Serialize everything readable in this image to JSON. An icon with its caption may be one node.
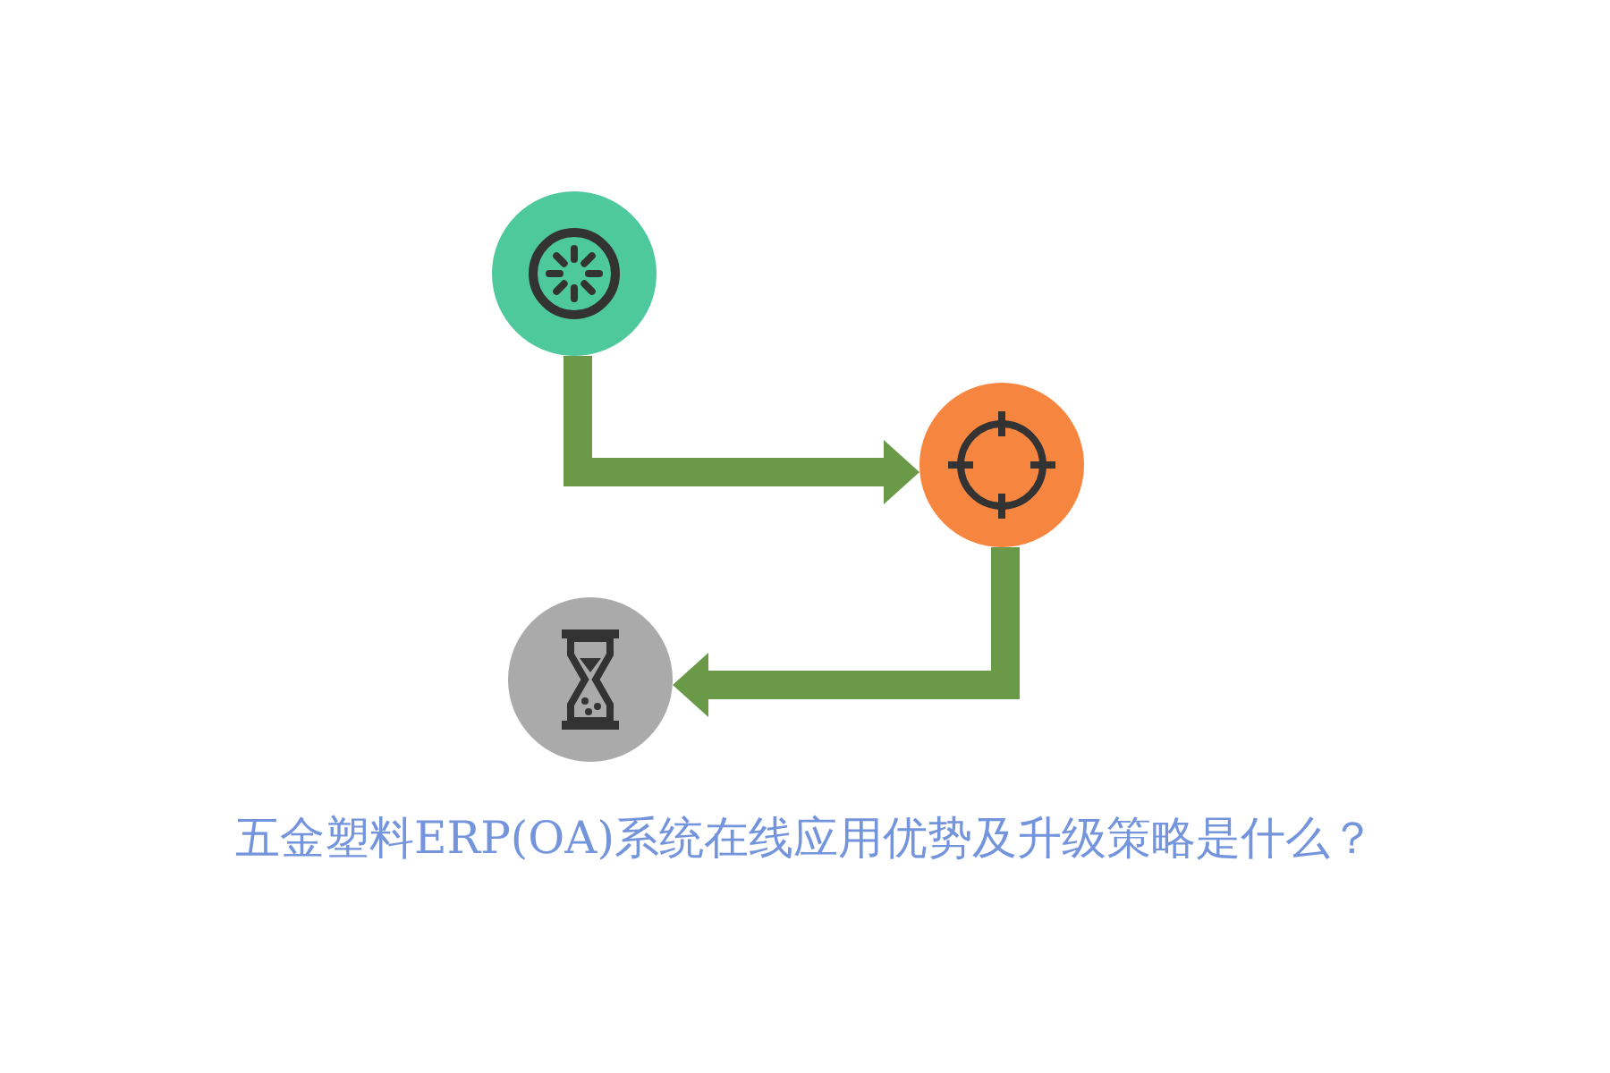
{
  "diagram": {
    "title": "五金塑料ERP(OA)系统在线应用优势及升级策略是什么？",
    "nodes": [
      {
        "text": [],
        "shape": "circle"
      },
      {
        "text": [],
        "shape": "circle"
      },
      {
        "text": [],
        "shape": "circle"
      }
    ],
    "edges": [
      {
        "from": 0,
        "to": 1,
        "arrow": "to"
      },
      {
        "from": 1,
        "to": 2,
        "arrow": "to"
      }
    ]
  }
}
